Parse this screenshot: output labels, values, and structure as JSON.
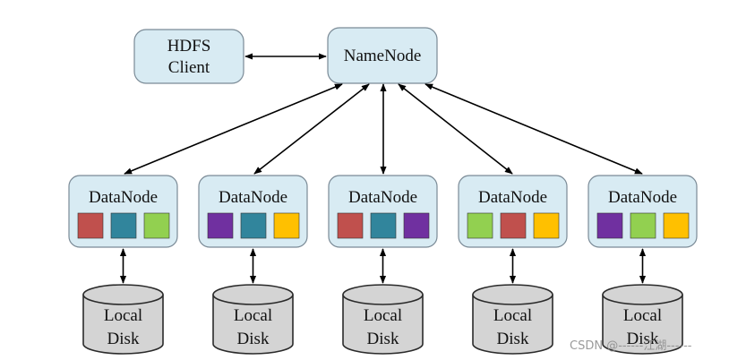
{
  "client": {
    "line1": "HDFS",
    "line2": "Client"
  },
  "namenode": {
    "label": "NameNode"
  },
  "datanodes": [
    {
      "label": "DataNode",
      "blocks": [
        "red",
        "teal",
        "green"
      ]
    },
    {
      "label": "DataNode",
      "blocks": [
        "purple",
        "teal",
        "yellow"
      ]
    },
    {
      "label": "DataNode",
      "blocks": [
        "red",
        "teal",
        "purple"
      ]
    },
    {
      "label": "DataNode",
      "blocks": [
        "green",
        "red",
        "yellow"
      ]
    },
    {
      "label": "DataNode",
      "blocks": [
        "purple",
        "green",
        "yellow"
      ]
    }
  ],
  "disks": [
    {
      "line1": "Local",
      "line2": "Disk"
    },
    {
      "line1": "Local",
      "line2": "Disk"
    },
    {
      "line1": "Local",
      "line2": "Disk"
    },
    {
      "line1": "Local",
      "line2": "Disk"
    },
    {
      "line1": "Local",
      "line2": "Disk"
    }
  ],
  "colors": {
    "box_fill": "#d8ebf3",
    "box_stroke": "#7a8a96",
    "disk_fill": "#d4d4d4",
    "disk_stroke": "#2a2a2a",
    "red": "#c0504d",
    "teal": "#31859c",
    "green": "#92d050",
    "purple": "#7030a0",
    "yellow": "#ffc000"
  },
  "watermark": "CSDN @------江湖------"
}
